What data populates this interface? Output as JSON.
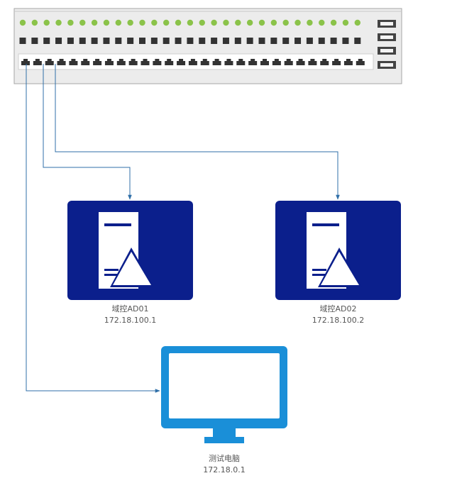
{
  "switch": {
    "led_count": 29,
    "sfp_count": 29,
    "port_count": 29,
    "usb_count": 4,
    "colors": {
      "body": "#ececec",
      "border": "#a6a6a6",
      "led": "#8bc34a",
      "port": "#333333",
      "port_strip": "#ffffff"
    }
  },
  "nodes": {
    "ad01": {
      "name": "域控AD01",
      "ip": "172.18.100.1",
      "icon": "server-icon"
    },
    "ad02": {
      "name": "域控AD02",
      "ip": "172.18.100.2",
      "icon": "server-icon"
    },
    "pc": {
      "name": "测试电脑",
      "ip": "172.18.0.1",
      "icon": "monitor-icon"
    }
  },
  "colors": {
    "server_bg": "#0b1f8c",
    "monitor": "#1a8fd8",
    "link": "#2f6fa8",
    "label": "#555555"
  }
}
